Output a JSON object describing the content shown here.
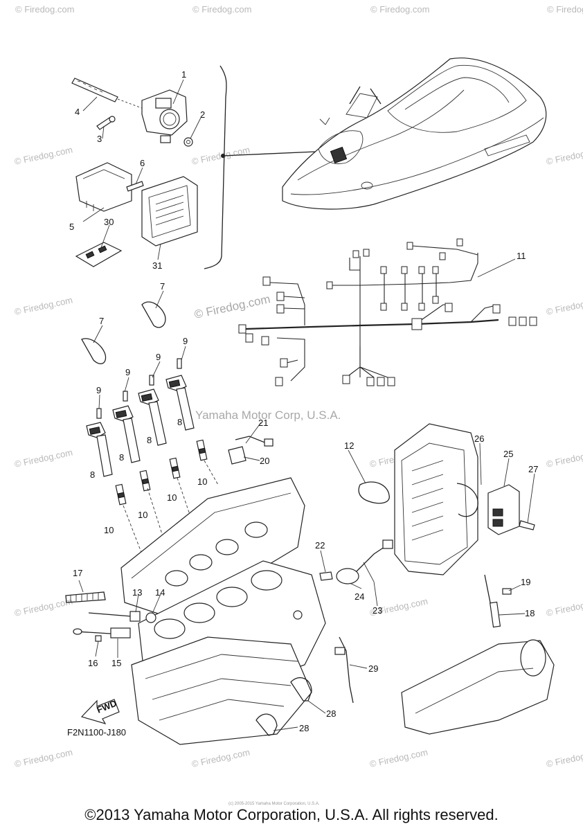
{
  "watermark": {
    "short": "© Firedog.com",
    "center": "© Firedog.com",
    "company": "Yamaha Motor Corp, U.S.A."
  },
  "diagram_code": "F2N1100-J180",
  "fwd_label": "FWD",
  "footer": "©2013 Yamaha Motor Corporation, U.S.A. All rights reserved.",
  "fine_print": "(c) 2005-2015 Yamaha Motor Corporation, U.S.A.",
  "callouts": {
    "c1": "1",
    "c2": "2",
    "c3": "3",
    "c4": "4",
    "c5": "5",
    "c6": "6",
    "c7a": "7",
    "c7b": "7",
    "c8a": "8",
    "c8b": "8",
    "c8c": "8",
    "c8d": "8",
    "c9a": "9",
    "c9b": "9",
    "c9c": "9",
    "c9d": "9",
    "c10a": "10",
    "c10b": "10",
    "c10c": "10",
    "c10d": "10",
    "c11": "11",
    "c12": "12",
    "c13": "13",
    "c14": "14",
    "c15": "15",
    "c16": "16",
    "c17": "17",
    "c18": "18",
    "c19": "19",
    "c20": "20",
    "c21": "21",
    "c22": "22",
    "c23": "23",
    "c24": "24",
    "c25": "25",
    "c26": "26",
    "c27": "27",
    "c28a": "28",
    "c28b": "28",
    "c29": "29",
    "c30": "30",
    "c31": "31"
  }
}
